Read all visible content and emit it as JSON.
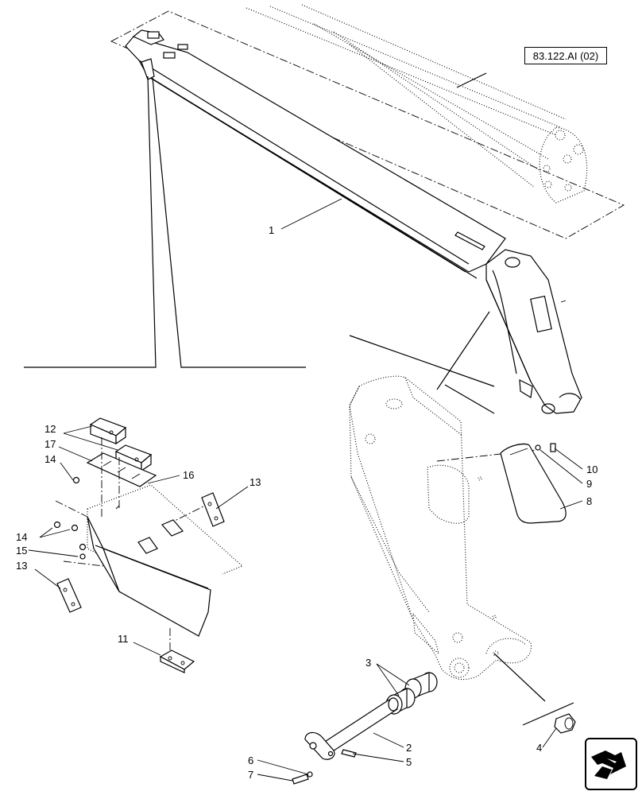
{
  "reference": {
    "label": "83.122.AI (02)"
  },
  "callouts": [
    {
      "number": "1"
    },
    {
      "number": "2"
    },
    {
      "number": "3"
    },
    {
      "number": "4"
    },
    {
      "number": "5"
    },
    {
      "number": "6"
    },
    {
      "number": "7"
    },
    {
      "number": "8"
    },
    {
      "number": "9"
    },
    {
      "number": "10"
    },
    {
      "number": "11"
    },
    {
      "number": "12"
    },
    {
      "number": "13"
    },
    {
      "number": "13"
    },
    {
      "number": "14"
    },
    {
      "number": "14"
    },
    {
      "number": "15"
    },
    {
      "number": "16"
    },
    {
      "number": "17"
    }
  ],
  "navigation": {
    "icon": "next-page-arrow-icon"
  }
}
